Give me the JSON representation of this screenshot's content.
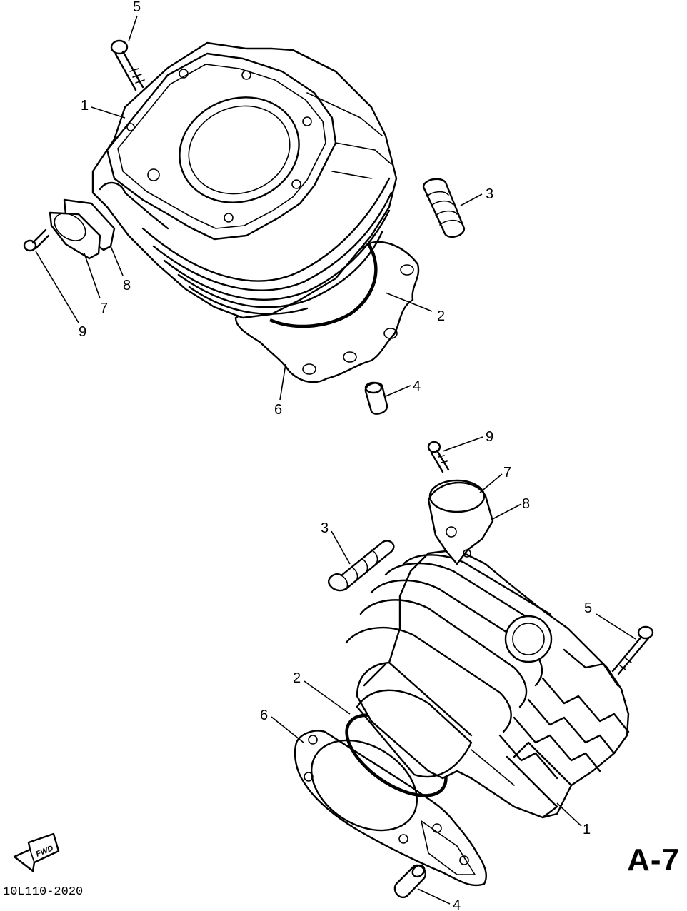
{
  "page_id": "A-7",
  "part_code": "10L110-2020",
  "fwd_label": "FWD",
  "views": {
    "upper": {
      "callouts": [
        "5",
        "1",
        "3",
        "2",
        "8",
        "7",
        "9",
        "6",
        "4"
      ]
    },
    "lower": {
      "callouts": [
        "9",
        "7",
        "8",
        "3",
        "5",
        "2",
        "6",
        "1",
        "4"
      ]
    }
  }
}
